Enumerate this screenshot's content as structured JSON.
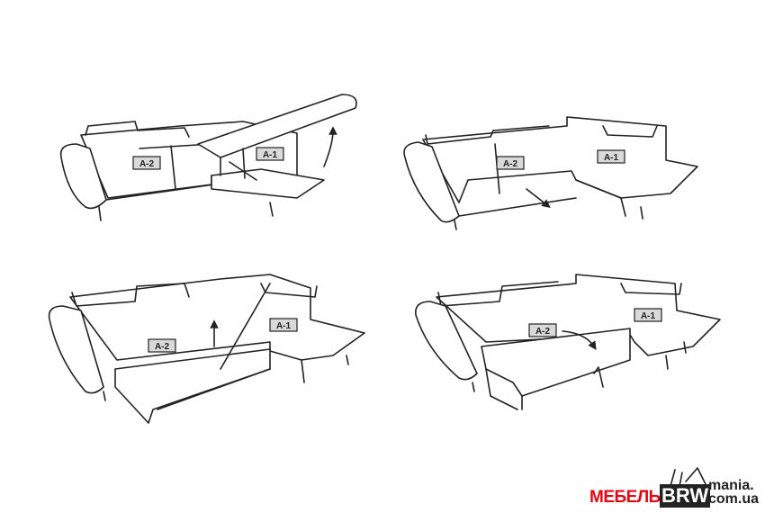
{
  "diagram": {
    "steps": [
      {
        "labels": [
          "A-2",
          "A-1"
        ]
      },
      {
        "labels": [
          "A-2",
          "A-1"
        ]
      },
      {
        "labels": [
          "A-2",
          "A-1"
        ]
      },
      {
        "labels": [
          "A-2",
          "A-1"
        ]
      }
    ]
  },
  "logo": {
    "part1": "МЕБЕЛЬ",
    "part2": "BRW",
    "part3": "mania.",
    "part4": "com.ua",
    "brand_color": "#e30613"
  }
}
